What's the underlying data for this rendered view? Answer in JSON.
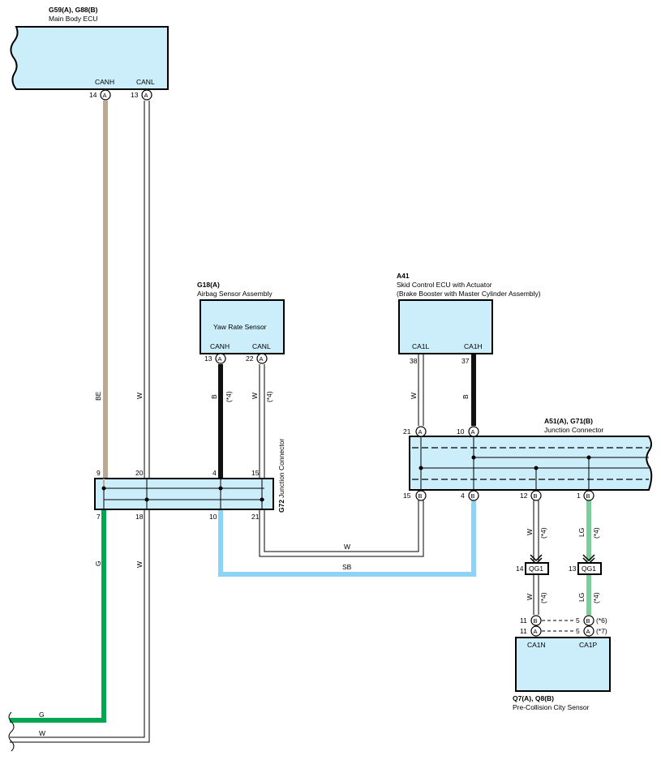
{
  "main_ecu": {
    "id": "G59(A), G88(B)",
    "name": "Main Body ECU",
    "pin_canh": "CANH",
    "pin_canl": "CANL",
    "num_canh": "14",
    "num_canl": "13",
    "conn": "A"
  },
  "airbag": {
    "id": "G18(A)",
    "name": "Airbag Sensor Assembly",
    "inner": "Yaw Rate Sensor",
    "pin_canh": "CANH",
    "pin_canl": "CANL",
    "num_canh": "13",
    "num_canl": "22",
    "conn": "A"
  },
  "skid": {
    "id": "A41",
    "name": "Skid Control ECU with Actuator",
    "name2": "(Brake Booster with Master Cylinder Assembly)",
    "pin_l": "CA1L",
    "pin_h": "CA1H",
    "num_l": "38",
    "num_h": "37"
  },
  "g72": {
    "id": "G72",
    "name": "Junction Connector",
    "top": [
      "9",
      "20",
      "4",
      "15"
    ],
    "bottom": [
      "7",
      "18",
      "10",
      "21"
    ]
  },
  "a51": {
    "id": "A51(A), G71(B)",
    "name": "Junction Connector",
    "top_nums": [
      "21",
      "10"
    ],
    "top_conn": [
      "A",
      "A"
    ],
    "bottom_nums": [
      "15",
      "4",
      "12",
      "1"
    ],
    "bottom_conn": [
      "B",
      "B",
      "B",
      "B"
    ]
  },
  "qg1": {
    "label": "QG1",
    "left_num": "14",
    "right_num": "13"
  },
  "sensor": {
    "id": "Q7(A), Q8(B)",
    "name": "Pre-Collision City Sensor",
    "pin_n": "CA1N",
    "pin_p": "CA1P",
    "row1": {
      "left": "11",
      "left_conn": "B",
      "right": "5",
      "right_conn": "B",
      "note": "(*6)"
    },
    "row2": {
      "left": "11",
      "left_conn": "A",
      "right": "5",
      "right_conn": "A",
      "note": "(*7)"
    }
  },
  "wires": {
    "be": "BE",
    "w": "W",
    "b": "B",
    "sb": "SB",
    "g": "G",
    "lg": "LG",
    "note4": "(*4)"
  },
  "colors": {
    "box": "#cceefa",
    "be": "#bba993",
    "g": "#00a651",
    "sb": "#8dd3f6",
    "lg": "#7ccd9a",
    "b": "#111111"
  }
}
